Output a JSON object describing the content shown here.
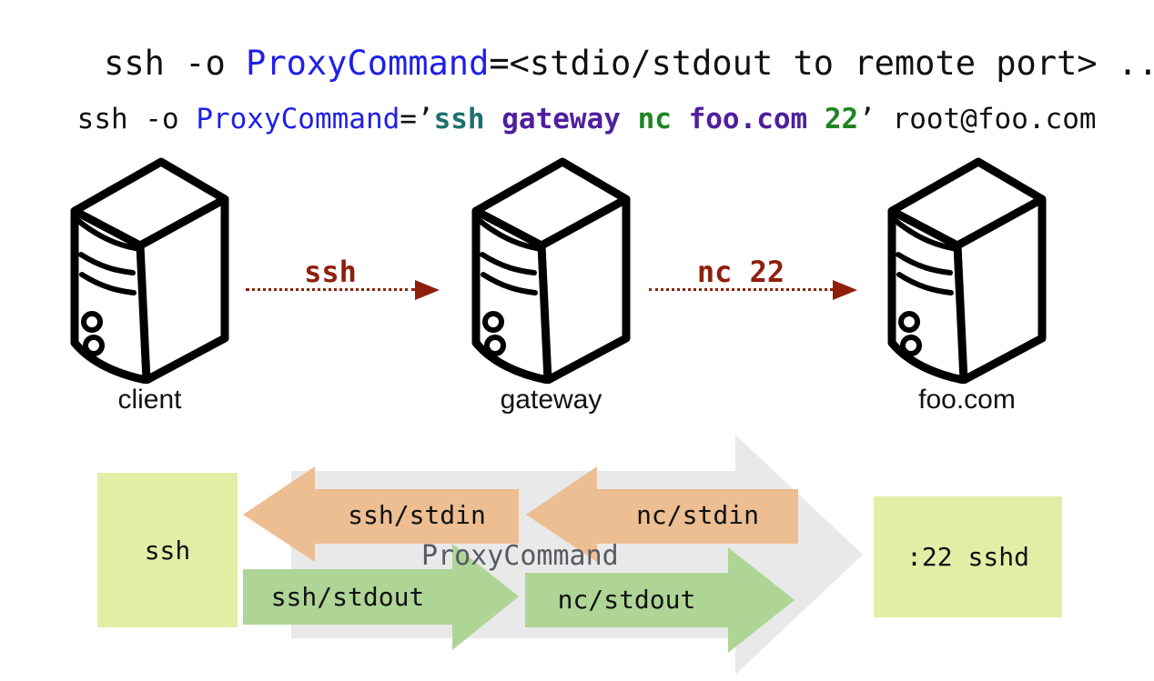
{
  "title": {
    "prefix": "ssh -o ",
    "keyword": "ProxyCommand",
    "suffix": "=<stdio/stdout to remote port> ..."
  },
  "command": {
    "prefix": "ssh -o ",
    "keyword": "ProxyCommand",
    "assign": "=’",
    "arg_ssh": "ssh ",
    "arg_gateway": "gateway ",
    "arg_nc": "nc ",
    "arg_host": "foo.com ",
    "arg_port": "22",
    "quote_close": "’",
    "suffix": " root@foo.com"
  },
  "servers": {
    "client": "client",
    "gateway": "gateway",
    "foohost": "foo.com"
  },
  "net_arrows": {
    "ssh": "ssh",
    "nc": "nc 22"
  },
  "flow": {
    "left_box": "ssh",
    "right_box": ":22 sshd",
    "center": "ProxyCommand",
    "ssh_stdin": "ssh/stdin",
    "nc_stdin": "nc/stdin",
    "ssh_stdout": "ssh/stdout",
    "nc_stdout": "nc/stdout"
  },
  "colors": {
    "keyword_blue": "#1f1fe8",
    "cmd_teal": "#1d6f6f",
    "cmd_purple": "#4f1f9e",
    "cmd_green": "#1e8422",
    "arrow_red": "#8e1f0b",
    "box_yellow": "#e4eda6",
    "arrow_orange": "#ecbe92",
    "arrow_green": "#aed596",
    "arrow_gray": "#e9e9e9",
    "proxy_gray": "#565b62"
  }
}
